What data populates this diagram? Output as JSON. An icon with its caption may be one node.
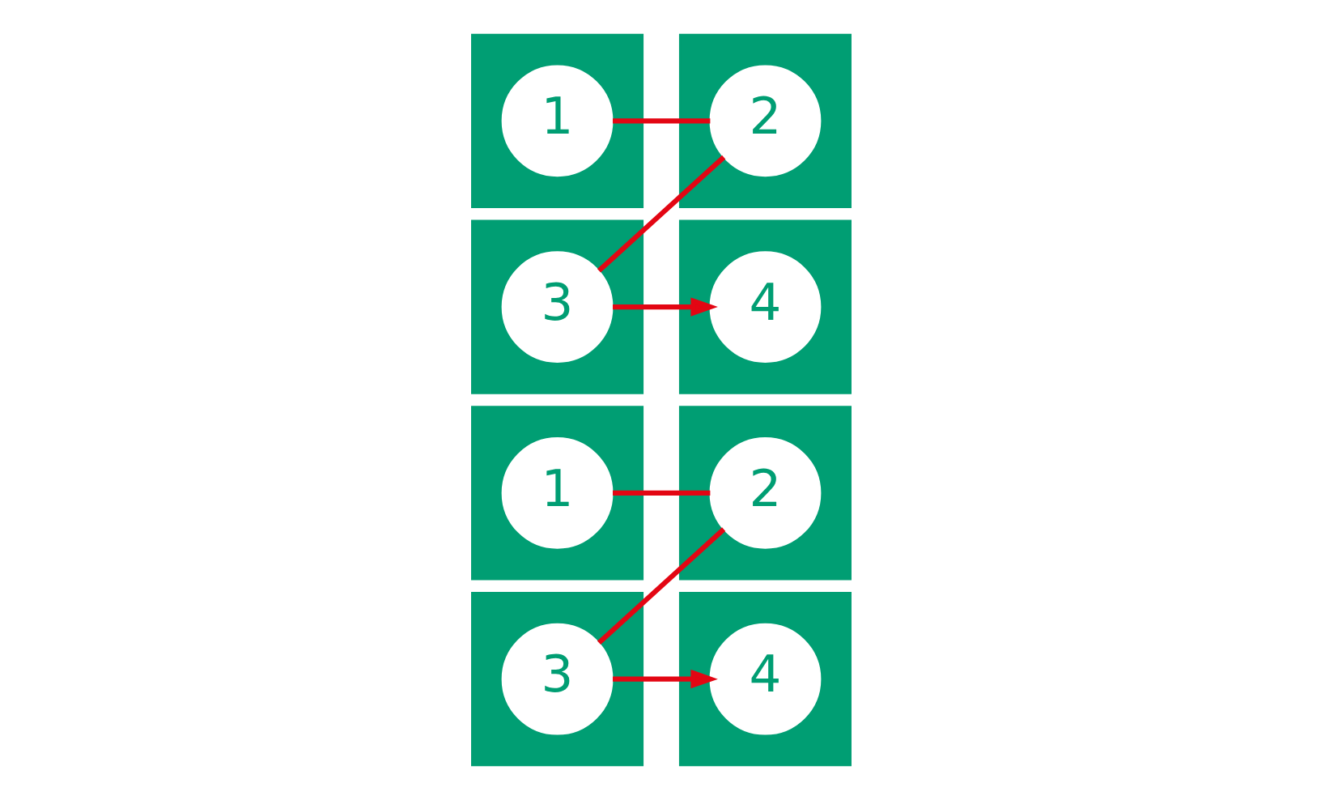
{
  "diagram": {
    "nodes": [
      {
        "text": [],
        "shape": "box"
      },
      {
        "text": [
          "1"
        ],
        "in": 0
      },
      {
        "text": [],
        "shape": "box"
      },
      {
        "text": [
          "2"
        ],
        "in": 2
      },
      {
        "text": [],
        "shape": "box"
      },
      {
        "text": [
          "3"
        ],
        "in": 4
      },
      {
        "text": [],
        "shape": "box"
      },
      {
        "text": [
          "4"
        ],
        "in": 6
      },
      {
        "text": [],
        "shape": "box"
      },
      {
        "text": [
          "1"
        ],
        "in": 8
      },
      {
        "text": [],
        "shape": "box"
      },
      {
        "text": [
          "2"
        ],
        "in": 10
      },
      {
        "text": [],
        "shape": "box"
      },
      {
        "text": [
          "3"
        ],
        "in": 12
      },
      {
        "text": [],
        "shape": "box"
      },
      {
        "text": [
          "4"
        ],
        "in": 14
      }
    ],
    "edges": [
      {
        "from": 1,
        "to": 3,
        "arrow": "none"
      },
      {
        "from": 3,
        "to": 5,
        "arrow": "none"
      },
      {
        "from": 5,
        "to": 7,
        "arrow": "to"
      },
      {
        "from": 9,
        "to": 11,
        "arrow": "none"
      },
      {
        "from": 11,
        "to": 13,
        "arrow": "none"
      },
      {
        "from": 13,
        "to": 15,
        "arrow": "to"
      }
    ]
  }
}
